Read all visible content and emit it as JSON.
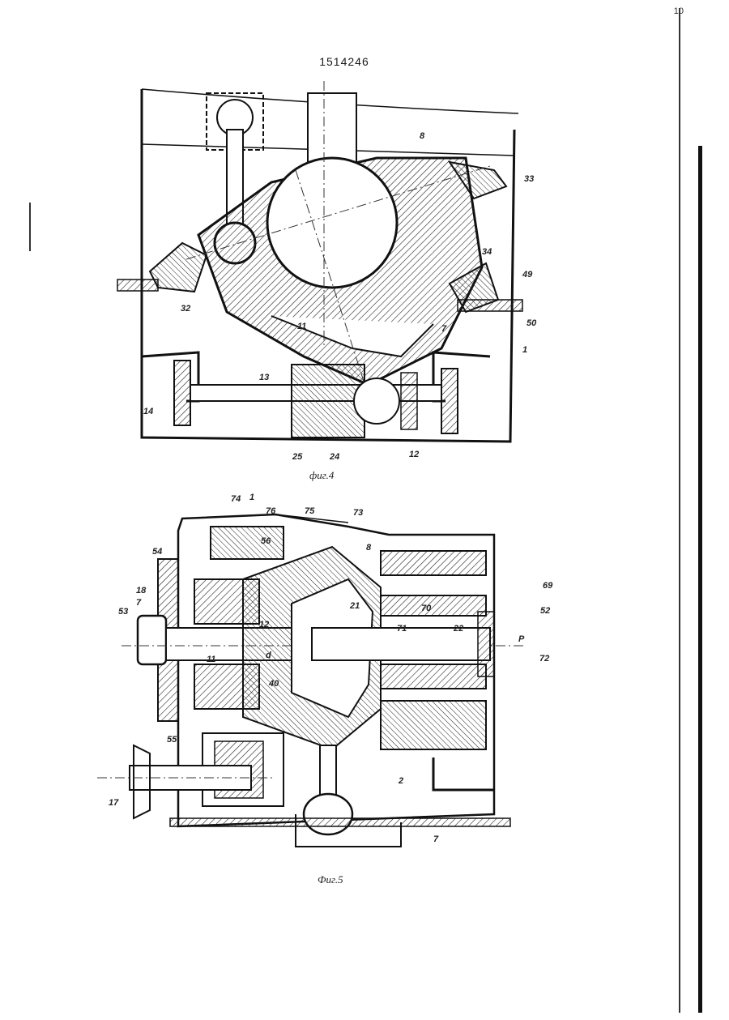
{
  "document": {
    "number": "1514246",
    "page_mark": "10",
    "figures": [
      {
        "caption": "фиг.4",
        "callouts": [
          "8",
          "33",
          "34",
          "49",
          "50",
          "1",
          "7",
          "11",
          "32",
          "13",
          "14",
          "25",
          "24",
          "12"
        ]
      },
      {
        "caption": "Фиг.5",
        "callouts": [
          "74",
          "1",
          "76",
          "75",
          "73",
          "54",
          "56",
          "8",
          "18",
          "7",
          "21",
          "69",
          "53",
          "12",
          "70",
          "71",
          "22",
          "52",
          "P",
          "11",
          "d",
          "72",
          "40",
          "55",
          "2",
          "17",
          "7"
        ]
      }
    ]
  }
}
